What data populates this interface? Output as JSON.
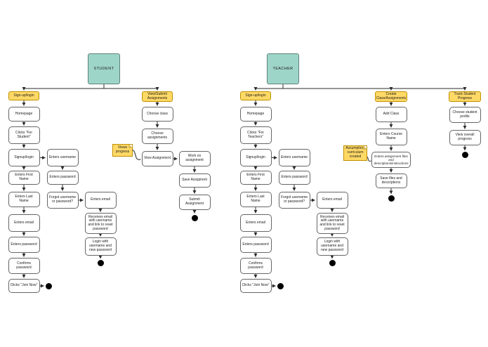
{
  "diagram": {
    "colors": {
      "actor_fill": "#9ED5C9",
      "actor_border": "#5F837B",
      "branch_fill": "#FFD966",
      "branch_border": "#BF9000",
      "node_fill": "#FFFFFF",
      "node_border": "#666666",
      "connector": "#2B2B2B"
    },
    "student": {
      "actor": "STUDENT",
      "signup": {
        "header": "Sign-up/login",
        "main_steps": [
          "Homepage",
          "Clicks \"For Student\"",
          "Signup/login",
          "Enters First Name",
          "Enters Last Name",
          "Enters email",
          "Enters password",
          "Confirms password",
          "Clicks \"Join Now\""
        ],
        "username_steps": [
          "Enters username",
          "Enters password",
          "Forgot username or password?"
        ],
        "reset_steps": [
          "Enters email",
          "Receives email with username and link to reset password",
          "Login with username and new password"
        ]
      },
      "assignments": {
        "header": "View/Submit Assignments",
        "note": "Views progress",
        "view_steps": [
          "Choose class",
          "Choose assignments",
          "View Assignment"
        ],
        "work_steps": [
          "Work on assignment",
          "Save Assigment",
          "Submit Assignment"
        ]
      }
    },
    "teacher": {
      "actor": "TEACHER",
      "signup": {
        "header": "Sign-up/login",
        "main_steps": [
          "Homepage",
          "Clicks \"For Teachers\"",
          "Signup/login",
          "Enters First Name",
          "Enters Last Name",
          "Enters email",
          "Enters password",
          "Confirms password",
          "Clicks \"Join Now\""
        ],
        "username_steps": [
          "Enters username",
          "Enters password",
          "Forgot username or password?"
        ],
        "reset_steps": [
          "Enters email",
          "Receives email with username and link to reset password",
          "Login with username and new password"
        ]
      },
      "create": {
        "header": "Create Class/Assignments",
        "note": "Assumption: curriculum created",
        "steps": [
          "Add Class",
          "Enters Course Name",
          "Enters assignment files and descriptions/instructions",
          "Save files and descriptions"
        ]
      },
      "track": {
        "header": "Track Student Progress",
        "steps": [
          "Choose student profile",
          "View overall progress"
        ]
      }
    }
  }
}
